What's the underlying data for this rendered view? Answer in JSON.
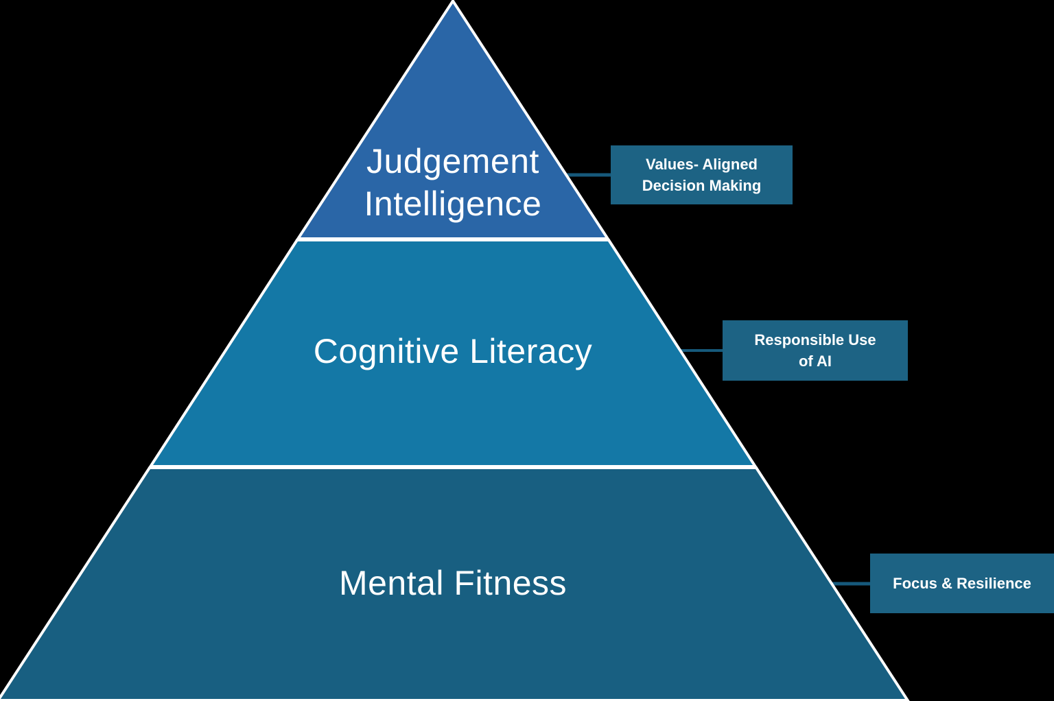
{
  "colors": {
    "background": "#000000",
    "tier1_fill": "#2a66a7",
    "tier2_fill": "#1478a6",
    "tier3_fill": "#185f81",
    "callout_box": "#1d6384",
    "connector": "#16597b",
    "outline": "#ffffff",
    "text": "#ffffff"
  },
  "pyramid": {
    "tiers": [
      {
        "label": "Judgement Intelligence",
        "lines": [
          "Judgement",
          "Intelligence"
        ],
        "callout_lines": [
          "Values- Aligned",
          "Decision Making"
        ]
      },
      {
        "label": "Cognitive Literacy",
        "lines": [
          "Cognitive Literacy"
        ],
        "callout_lines": [
          "Responsible Use",
          "of AI"
        ]
      },
      {
        "label": "Mental Fitness",
        "lines": [
          "Mental Fitness"
        ],
        "callout_lines": [
          "Focus & Resilience"
        ]
      }
    ]
  }
}
